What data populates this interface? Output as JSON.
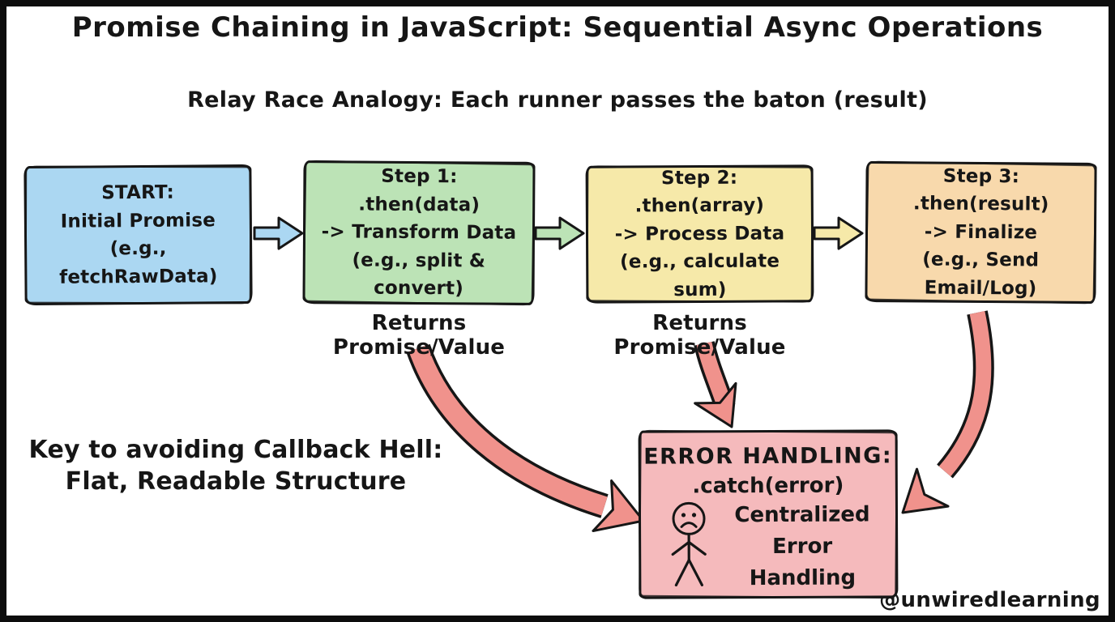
{
  "title": "Promise Chaining in JavaScript: Sequential Async Operations",
  "subtitle": "Relay Race Analogy: Each runner passes the baton (result)",
  "flow": {
    "boxes": [
      {
        "name": "start",
        "color": "#abd7f2",
        "lines": [
          "START:",
          "Initial Promise",
          "(e.g., fetchRawData)"
        ]
      },
      {
        "name": "step1",
        "color": "#bce3b6",
        "lines": [
          "Step 1:",
          ".then(data)",
          "-> Transform Data",
          "(e.g., split & convert)"
        ],
        "caption": "Returns Promise/Value"
      },
      {
        "name": "step2",
        "color": "#f6e9a9",
        "lines": [
          "Step 2:",
          ".then(array)",
          "-> Process Data",
          "(e.g., calculate sum)"
        ],
        "caption": "Returns Promise/Value"
      },
      {
        "name": "step3",
        "color": "#f8d9ac",
        "lines": [
          "Step 3:",
          ".then(result)",
          "-> Finalize",
          "(e.g., Send Email/Log)"
        ]
      }
    ]
  },
  "error_box": {
    "color": "#f5babc",
    "heading": "ERROR HANDLING:",
    "code": ".catch(error)",
    "lines": [
      "Centralized",
      "Error Handling"
    ],
    "icon": "sad-stick-figure-icon"
  },
  "side_note": {
    "lines": [
      "Key to avoiding Callback Hell:",
      "Flat, Readable Structure"
    ]
  },
  "attribution": "@unwiredlearning",
  "colors": {
    "connector_blue": "#abd7f2",
    "connector_green": "#bce3b6",
    "connector_yellow": "#f6e9a9",
    "red_arrow": "#f0928c",
    "outline": "#161616",
    "frame": "#0d0d0d",
    "background": "#ffffff"
  }
}
